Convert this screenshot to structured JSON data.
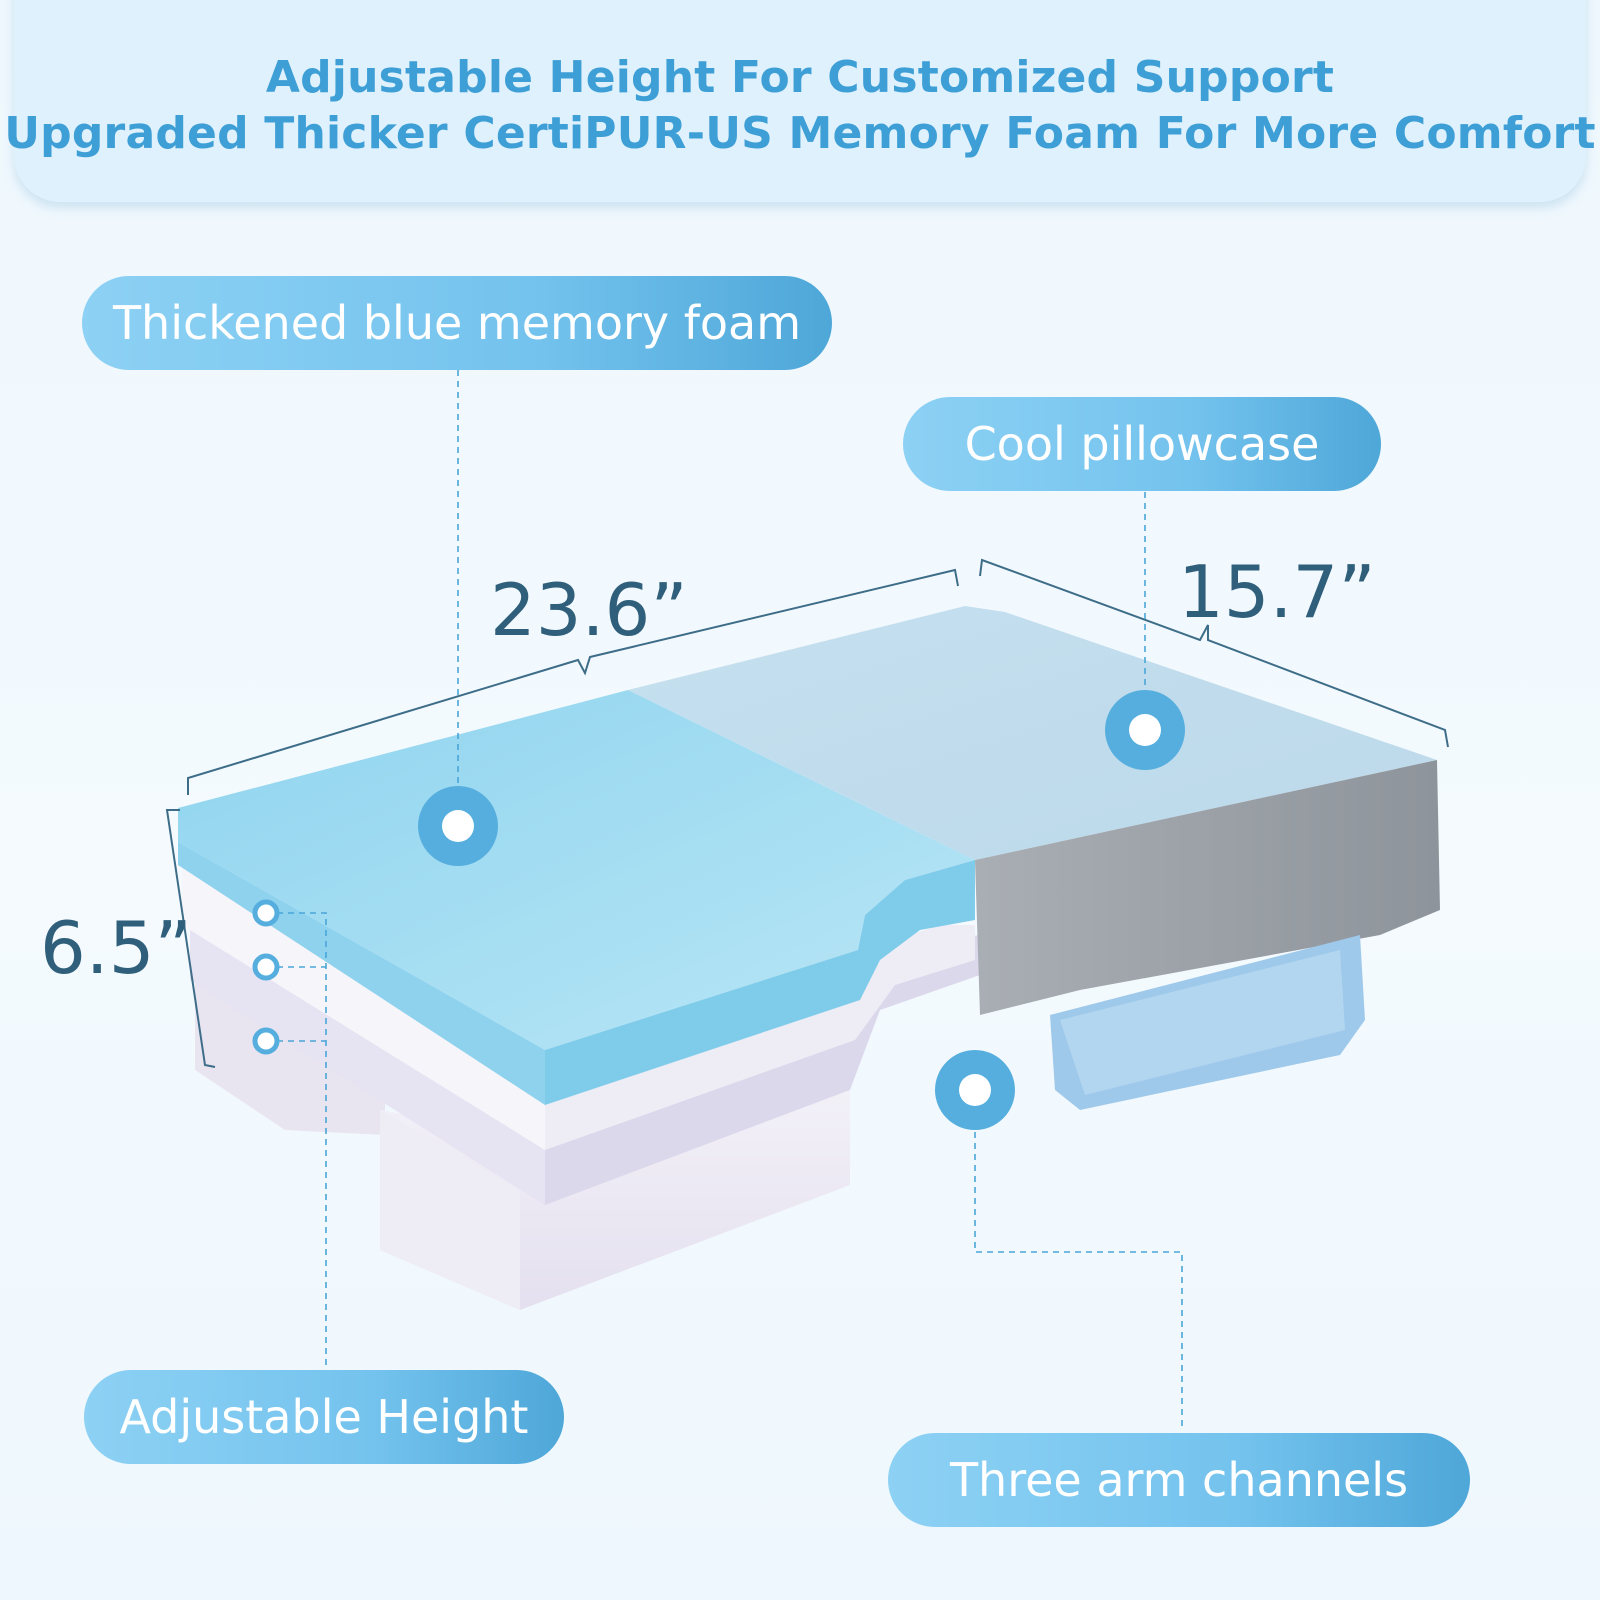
{
  "header": {
    "line1": "Adjustable Height For Customized Support",
    "line2": "Upgraded Thicker CertiPUR-US Memory Foam For More Comfort"
  },
  "callouts": {
    "foam": "Thickened blue memory foam",
    "pillowcase": "Cool pillowcase",
    "height": "Adjustable Height",
    "channels": "Three arm channels"
  },
  "dimensions": {
    "length": "23.6”",
    "width": "15.7”",
    "height": "6.5”"
  },
  "colors": {
    "accent": "#3d9fd6",
    "pill": "#74c3ee",
    "foam_blue": "#9fdaf0",
    "cover_grey": "#9ea4ab"
  }
}
